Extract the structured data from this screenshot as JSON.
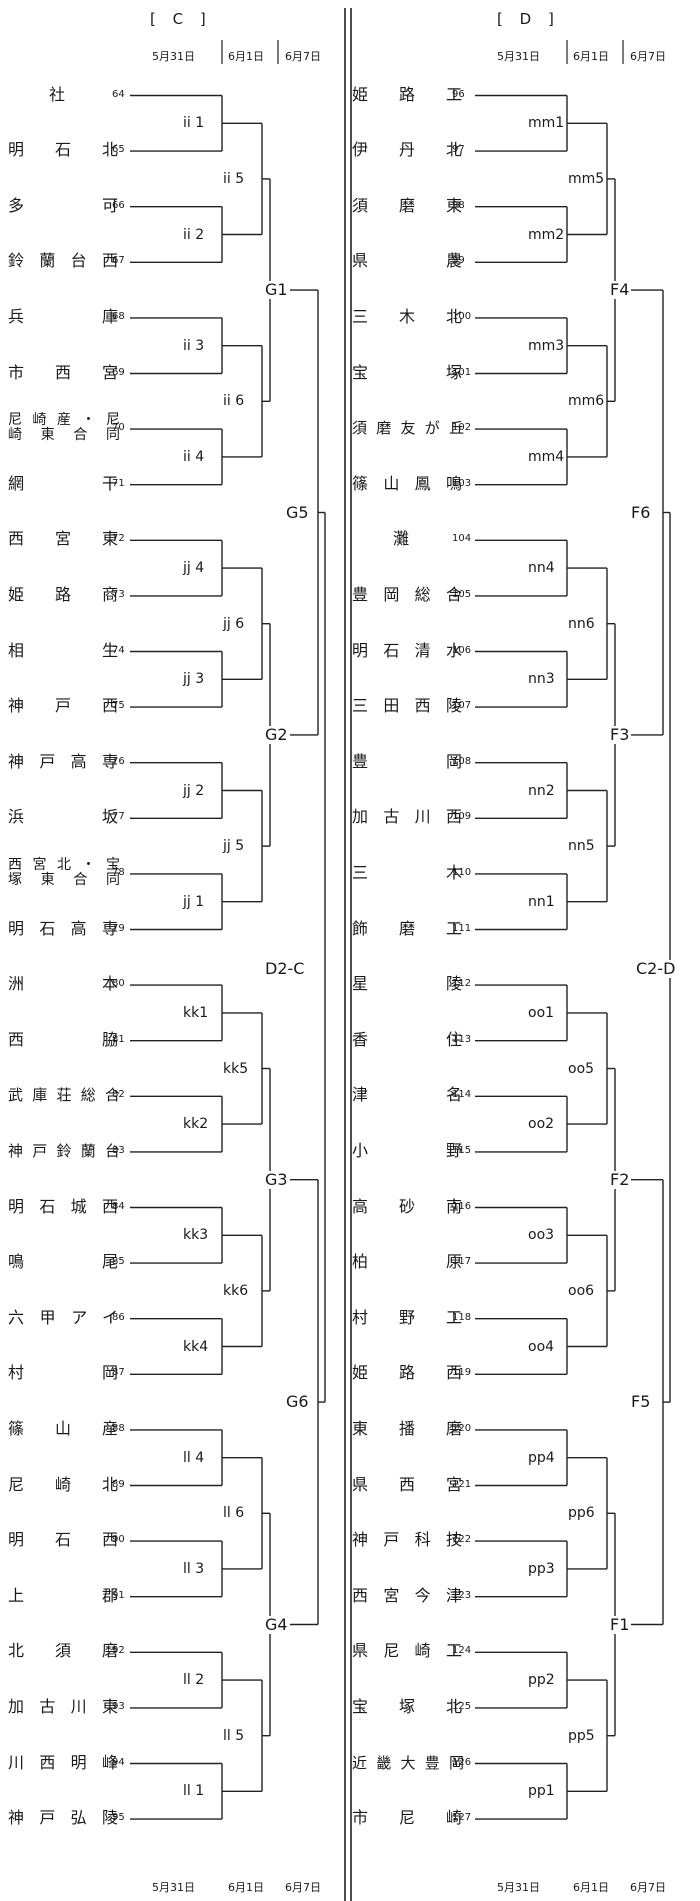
{
  "headers": {
    "left": "[ C ]",
    "right": "[ D ]"
  },
  "dates": {
    "d1": "5月31日",
    "d2": "6月1日",
    "d3": "6月7日"
  },
  "final_left": "D2-C",
  "final_right": "C2-D",
  "left": {
    "teams": [
      {
        "name": "社",
        "num": "64"
      },
      {
        "name": "明石北",
        "num": "65"
      },
      {
        "name": "多可",
        "num": "66"
      },
      {
        "name": "鈴蘭台西",
        "num": "67"
      },
      {
        "name": "兵庫",
        "num": "68"
      },
      {
        "name": "市西宮",
        "num": "69"
      },
      {
        "name": "尼崎産・尼",
        "name2": "崎東合同",
        "num": "70"
      },
      {
        "name": "網干",
        "num": "71"
      },
      {
        "name": "西宮東",
        "num": "72"
      },
      {
        "name": "姫路商",
        "num": "73"
      },
      {
        "name": "相生",
        "num": "74"
      },
      {
        "name": "神戸西",
        "num": "75"
      },
      {
        "name": "神戸高専",
        "num": "76"
      },
      {
        "name": "浜坂",
        "num": "77"
      },
      {
        "name": "西宮北・宝",
        "name2": "塚東合同",
        "num": "78"
      },
      {
        "name": "明石高専",
        "num": "79"
      },
      {
        "name": "洲本",
        "num": "80"
      },
      {
        "name": "西脇",
        "num": "81"
      },
      {
        "name": "武庫荘総合",
        "num": "82"
      },
      {
        "name": "神戸鈴蘭台",
        "num": "83"
      },
      {
        "name": "明石城西",
        "num": "84"
      },
      {
        "name": "鳴尾",
        "num": "85"
      },
      {
        "name": "六甲アイ",
        "num": "86"
      },
      {
        "name": "村岡",
        "num": "87"
      },
      {
        "name": "篠山産",
        "num": "88"
      },
      {
        "name": "尼崎北",
        "num": "89"
      },
      {
        "name": "明石西",
        "num": "90"
      },
      {
        "name": "上郡",
        "num": "91"
      },
      {
        "name": "北須磨",
        "num": "92"
      },
      {
        "name": "加古川東",
        "num": "93"
      },
      {
        "name": "川西明峰",
        "num": "94"
      },
      {
        "name": "神戸弘陵",
        "num": "95"
      }
    ],
    "r1": [
      "ii 1",
      "ii 2",
      "ii 3",
      "ii 4",
      "jj 4",
      "jj 3",
      "jj 2",
      "jj 1",
      "kk1",
      "kk2",
      "kk3",
      "kk4",
      "ll 4",
      "ll 3",
      "ll 2",
      "ll 1"
    ],
    "r2": [
      "ii 5",
      "ii 6",
      "jj 6",
      "jj 5",
      "kk5",
      "kk6",
      "ll 6",
      "ll 5"
    ],
    "r3": [
      "G1",
      "G2",
      "G3",
      "G4"
    ],
    "r4": [
      "G5",
      "G6"
    ]
  },
  "right": {
    "teams": [
      {
        "name": "姫路工",
        "num": "96"
      },
      {
        "name": "伊丹北",
        "num": "97"
      },
      {
        "name": "須磨東",
        "num": "98"
      },
      {
        "name": "県農",
        "num": "99"
      },
      {
        "name": "三木北",
        "num": "100"
      },
      {
        "name": "宝塚",
        "num": "101"
      },
      {
        "name": "須磨友が丘",
        "num": "102"
      },
      {
        "name": "篠山鳳鳴",
        "num": "103"
      },
      {
        "name": "灘",
        "num": "104"
      },
      {
        "name": "豊岡総合",
        "num": "105"
      },
      {
        "name": "明石清水",
        "num": "106"
      },
      {
        "name": "三田西陵",
        "num": "107"
      },
      {
        "name": "豊岡",
        "num": "108"
      },
      {
        "name": "加古川西",
        "num": "109"
      },
      {
        "name": "三木",
        "num": "110"
      },
      {
        "name": "飾磨工",
        "num": "111"
      },
      {
        "name": "星陵",
        "num": "112"
      },
      {
        "name": "香住",
        "num": "113"
      },
      {
        "name": "津名",
        "num": "114"
      },
      {
        "name": "小野",
        "num": "115"
      },
      {
        "name": "高砂南",
        "num": "116"
      },
      {
        "name": "柏原",
        "num": "117"
      },
      {
        "name": "村野工",
        "num": "118"
      },
      {
        "name": "姫路西",
        "num": "119"
      },
      {
        "name": "東播磨",
        "num": "120"
      },
      {
        "name": "県西宮",
        "num": "121"
      },
      {
        "name": "神戸科技",
        "num": "122"
      },
      {
        "name": "西宮今津",
        "num": "123"
      },
      {
        "name": "県尼崎工",
        "num": "124"
      },
      {
        "name": "宝塚北",
        "num": "125"
      },
      {
        "name": "近畿大豊岡",
        "num": "126"
      },
      {
        "name": "市尼崎",
        "num": "127"
      }
    ],
    "r1": [
      "mm1",
      "mm2",
      "mm3",
      "mm4",
      "nn4",
      "nn3",
      "nn2",
      "nn1",
      "oo1",
      "oo2",
      "oo3",
      "oo4",
      "pp4",
      "pp3",
      "pp2",
      "pp1"
    ],
    "r2": [
      "mm5",
      "mm6",
      "nn6",
      "nn5",
      "oo5",
      "oo6",
      "pp6",
      "pp5"
    ],
    "r3": [
      "F4",
      "F3",
      "F2",
      "F1"
    ],
    "r4": [
      "F6",
      "F5"
    ]
  }
}
